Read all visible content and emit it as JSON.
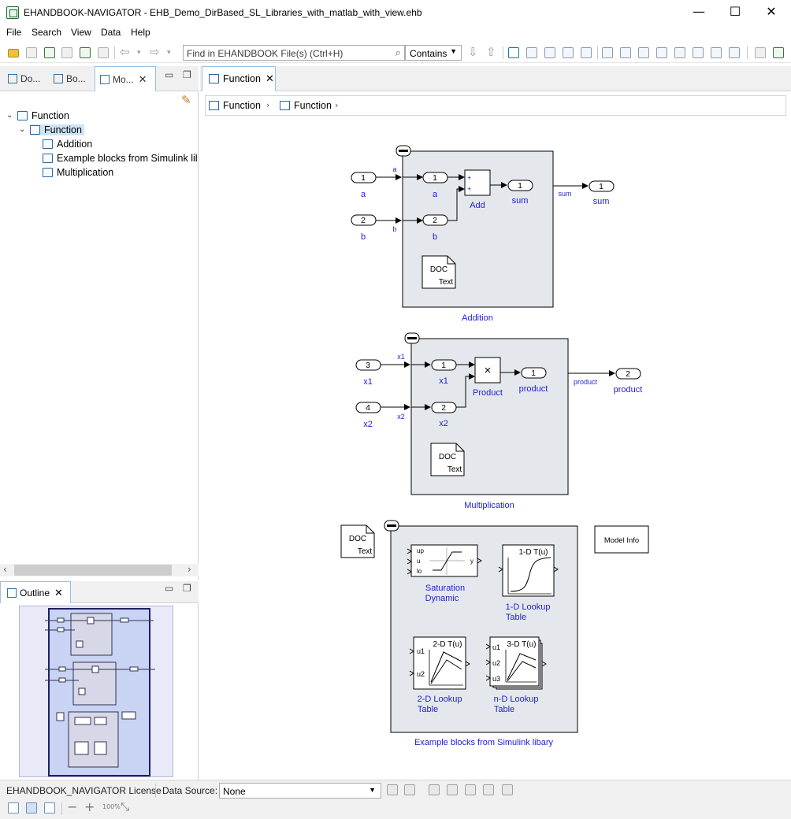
{
  "window": {
    "title": "EHANDBOOK-NAVIGATOR - EHB_Demo_DirBased_SL_Libraries_with_matlab_with_view.ehb",
    "minimize_glyph": "—",
    "maximize_glyph": "☐",
    "close_glyph": "✕"
  },
  "menu": {
    "file": "File",
    "search": "Search",
    "view": "View",
    "data": "Data",
    "help": "Help"
  },
  "toolbar": {
    "find_placeholder": "Find in EHANDBOOK File(s) (Ctrl+H)",
    "search_mode": "Contains"
  },
  "left_tabs": {
    "tab1": "Do...",
    "tab2": "Bo...",
    "tab3": "Mo...",
    "close_glyph": "✕"
  },
  "tree": {
    "root": "Function",
    "child": "Function",
    "items": [
      "Addition",
      "Example blocks from Simulink lib",
      "Multiplication"
    ]
  },
  "outline": {
    "title": "Outline"
  },
  "editor": {
    "tab_label": "Function",
    "breadcrumb": [
      "Function",
      "Function"
    ]
  },
  "diagram": {
    "addition": {
      "name": "Addition",
      "in1_num": "1",
      "in1_name": "a",
      "in2_num": "2",
      "in2_name": "b",
      "sig_a": "a",
      "sig_b": "b",
      "inner_in1_num": "1",
      "inner_in1_name": "a",
      "inner_in2_num": "2",
      "inner_in2_name": "b",
      "add_block": "Add",
      "inner_out_num": "1",
      "inner_out_name": "sum",
      "sig_out": "sum",
      "out_num": "1",
      "out_name": "sum",
      "doc_title": "DOC",
      "doc_text": "Text"
    },
    "multiplication": {
      "name": "Multiplication",
      "in1_num": "3",
      "in1_name": "x1",
      "in2_num": "4",
      "in2_name": "x2",
      "sig_x1": "x1",
      "sig_x2": "x2",
      "inner_in1_num": "1",
      "inner_in1_name": "x1",
      "inner_in2_num": "2",
      "inner_in2_name": "x2",
      "product_block": "Product",
      "product_glyph": "×",
      "inner_out_num": "1",
      "inner_out_name": "product",
      "sig_out": "product",
      "out_num": "2",
      "out_name": "product",
      "doc_title": "DOC",
      "doc_text": "Text"
    },
    "standalone_doc": {
      "title": "DOC",
      "text": "Text"
    },
    "model_info": "Model Info",
    "examples": {
      "name": "Example blocks from Simulink libary",
      "saturation_line1": "Saturation",
      "saturation_line2": "Dynamic",
      "sat_up": "up",
      "sat_u": "u",
      "sat_lo": "lo",
      "sat_y": "y",
      "lookup1d_title": "1-D T(u)",
      "lookup1d_line1": "1-D Lookup",
      "lookup1d_line2": "Table",
      "lookup2d_title": "2-D T(u)",
      "lookup2d_u1": "u1",
      "lookup2d_u2": "u2",
      "lookup2d_line1": "2-D Lookup",
      "lookup2d_line2": "Table",
      "lookupnd_title": "3-D T(u)",
      "lookupnd_u1": "u1",
      "lookupnd_u2": "u2",
      "lookupnd_u3": "u3",
      "lookupnd_line1": "n-D Lookup",
      "lookupnd_line2": "Table"
    }
  },
  "status": {
    "license": "EHANDBOOK_NAVIGATOR License",
    "data_source_label": "Data Source:",
    "data_source_value": "None",
    "zoom_out": "−",
    "zoom_in": "+",
    "zoom_100": "100%"
  }
}
